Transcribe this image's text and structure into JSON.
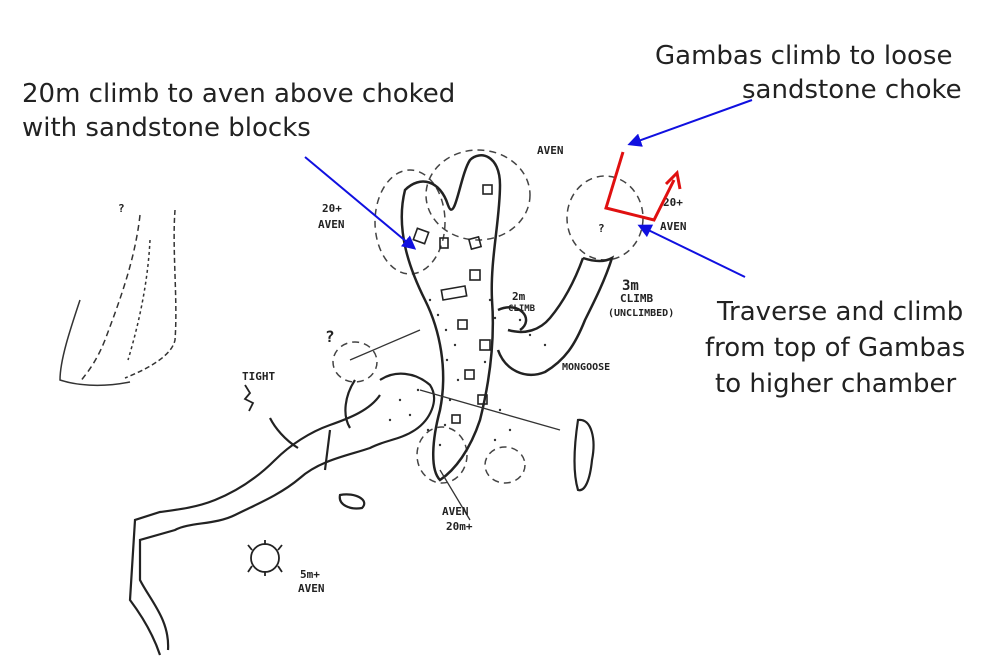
{
  "annotations": {
    "left": {
      "line1": "20m climb to aven above choked",
      "line2": "with sandstone blocks"
    },
    "top_right": {
      "line1": "Gambas climb to loose",
      "line2": "sandstone choke"
    },
    "right": {
      "line1": "Traverse and climb",
      "line2": "from top of Gambas",
      "line3": "to higher chamber"
    }
  },
  "sketch_labels": {
    "question_left": "?",
    "question_mid": "?",
    "question_right": "?",
    "aven_top": "AVEN",
    "aven_20_left_a": "20+",
    "aven_20_left_b": "AVEN",
    "aven_20_right_a": "20+",
    "aven_20_right_b": "AVEN",
    "climb_3m_a": "3m",
    "climb_3m_b": "CLIMB",
    "climb_3m_c": "(UNCLIMBED)",
    "climb_2m_a": "2m",
    "climb_2m_b": "CLIMB",
    "mongoose": "MONGOOSE",
    "tight": "TIGHT",
    "aven_bottom_a": "AVEN",
    "aven_bottom_b": "20m+",
    "aven_5m_a": "5m+",
    "aven_5m_b": "AVEN"
  },
  "colors": {
    "arrow_blue": "#1010e0",
    "route_red": "#e01010",
    "ink": "#222222"
  }
}
